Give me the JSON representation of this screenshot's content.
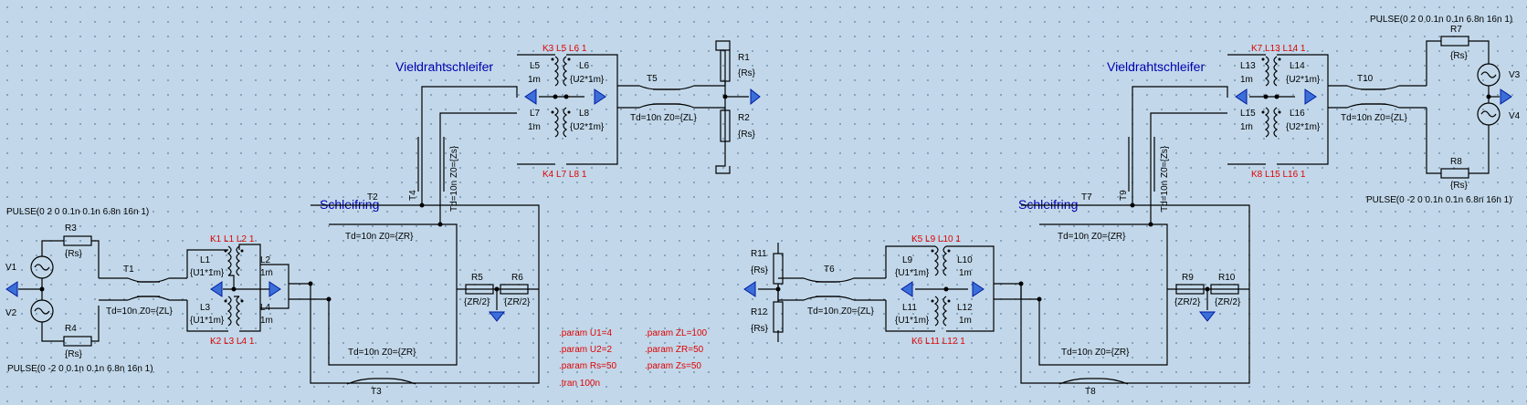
{
  "labels": {
    "vieldraht": "Vieldrahtschleifer",
    "schleifring": "Schleifring",
    "k1": "K1 L1 L2 1",
    "k2": "K2 L3 L4 1",
    "k3": "K3 L5 L6 1",
    "k4": "K4 L7 L8 1",
    "k5": "K5 L9 L10 1",
    "k6": "K6 L11 L12 1",
    "k7": "K7 L13 L14 1",
    "k8": "K8 L15 L16 1",
    "pulse_pos": "PULSE(0 2 0 0.1n 0.1n 6.8n 16n 1)",
    "pulse_neg": "PULSE(0 -2 0 0.1n 0.1n 6.8n 16n 1)",
    "param_u1": ".param U1=4",
    "param_u2": ".param U2=2",
    "param_rs": ".param Rs=50",
    "param_zl": ".param ZL=100",
    "param_zr": ".param ZR=50",
    "param_zs": ".param Zs=50",
    "tran": ".tran 100n",
    "td_zl": "Td=10n Z0={ZL}",
    "td_zr": "Td=10n Z0={ZR}",
    "td_zs": "Td=10n Z0={Zs}",
    "rs": "{Rs}",
    "zr2": "{ZR/2}",
    "u1": "{U1*1m}",
    "u2": "{U2*1m}",
    "one_m": "1m",
    "n": {
      "V1": "V1",
      "V2": "V2",
      "V3": "V3",
      "V4": "V4",
      "R1": "R1",
      "R2": "R2",
      "R3": "R3",
      "R4": "R4",
      "R5": "R5",
      "R6": "R6",
      "R7": "R7",
      "R8": "R8",
      "R9": "R9",
      "R10": "R10",
      "R11": "R11",
      "R12": "R12",
      "L1": "L1",
      "L2": "L2",
      "L3": "L3",
      "L4": "L4",
      "L5": "L5",
      "L6": "L6",
      "L7": "L7",
      "L8": "L8",
      "L9": "L9",
      "L10": "L10",
      "L11": "L11",
      "L12": "L12",
      "L13": "L13",
      "L14": "L14",
      "L15": "L15",
      "L16": "L16",
      "T1": "T1",
      "T2": "T2",
      "T3": "T3",
      "T4": "T4",
      "T5": "T5",
      "T6": "T6",
      "T7": "T7",
      "T8": "T8",
      "T9": "T9",
      "T10": "T10"
    }
  }
}
